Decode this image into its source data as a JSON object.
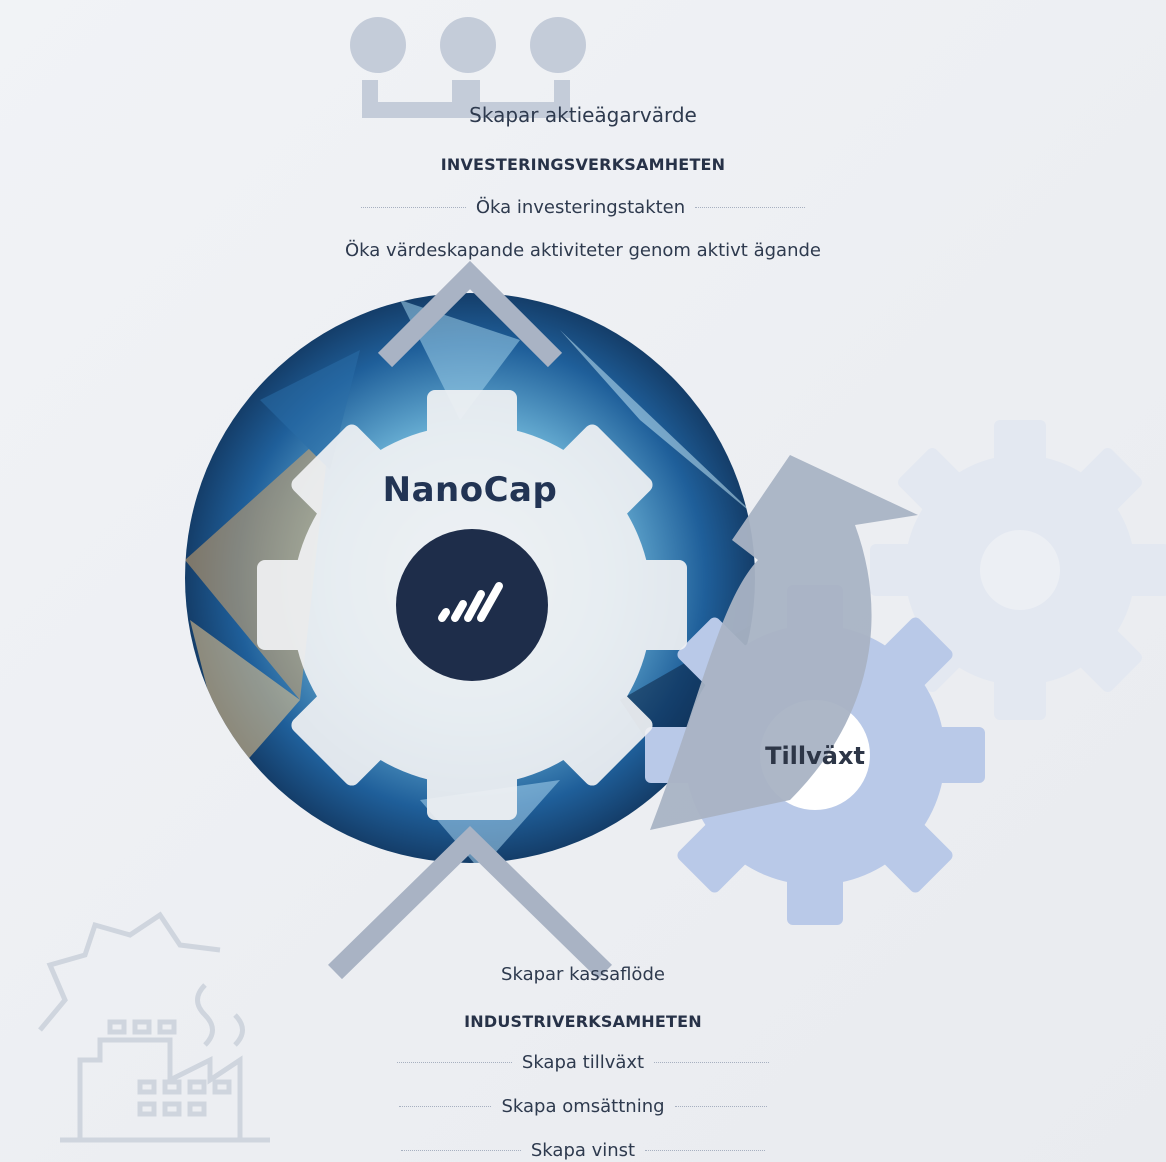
{
  "investment": {
    "title": "Skapar aktieägarvärde",
    "heading": "INVESTERINGSVERKSAMHETEN",
    "items": [
      "Öka investeringstakten",
      "Öka värdeskapande aktiviteter genom aktivt ägande"
    ]
  },
  "center": {
    "brand": "NanoCap",
    "logo_icon": "bar-chart-icon"
  },
  "growth": {
    "label": "Tillväxt"
  },
  "industry": {
    "title": "Skapar kassaflöde",
    "heading": "INDUSTRIVERKSAMHETEN",
    "items": [
      "Skapa tillväxt",
      "Skapa omsättning",
      "Skapa vinst"
    ]
  },
  "colors": {
    "background": "#eef0f4",
    "gear_light": "#f1f2f4",
    "gear_blue": "#b9c9e8",
    "gear_faint": "#e3e8f1",
    "arrow_gray": "#a9b3c4",
    "brand_navy": "#223454",
    "logo_bg": "#1e2d4a"
  }
}
